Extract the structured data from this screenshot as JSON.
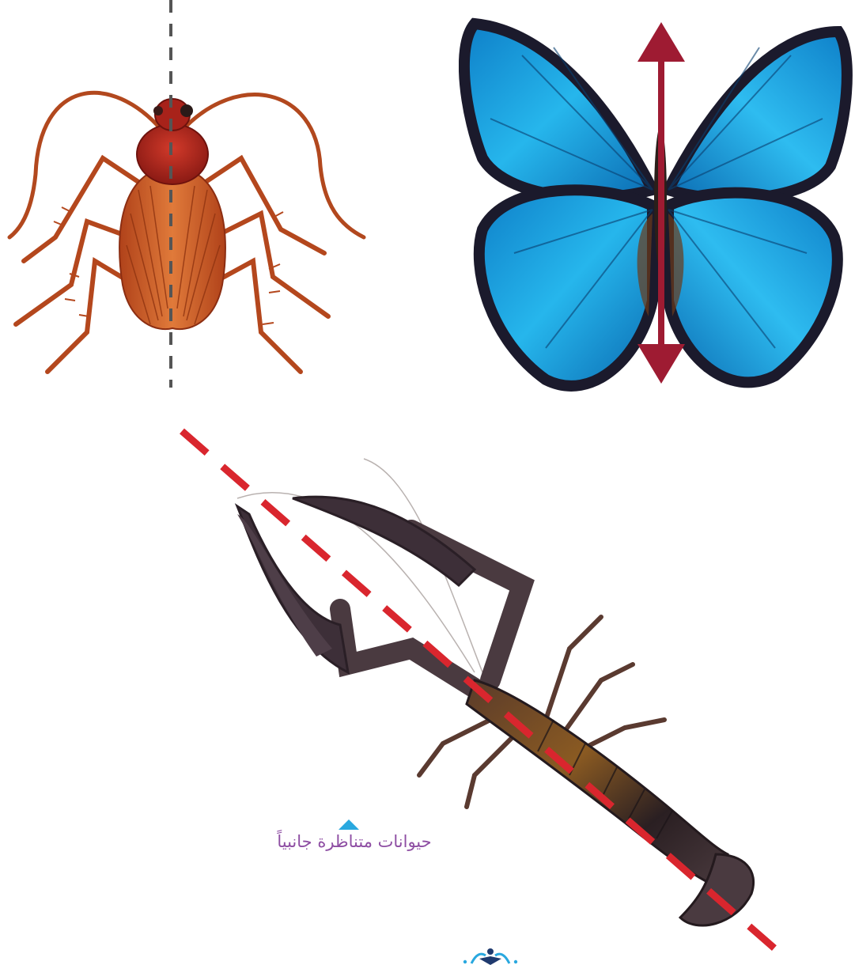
{
  "figure": {
    "caption": "حيوانات متناظرة جانبياً",
    "panels": [
      {
        "subject": "cockroach",
        "symmetry_line": "dashed-vertical"
      },
      {
        "subject": "butterfly",
        "symmetry_line": "double-arrow-vertical"
      },
      {
        "subject": "crayfish",
        "symmetry_line": "dashed-diagonal"
      }
    ]
  },
  "colors": {
    "caption_text": "#8e4ea3",
    "caption_marker": "#29a8df",
    "dashed_line_dark": "#555555",
    "arrow": "#9e1b32",
    "dashed_line_red": "#d9262e",
    "cockroach_body": "#c9521e",
    "cockroach_head": "#a3201a",
    "butterfly_blue": "#1aa7e0",
    "butterfly_dark": "#1b1a2c",
    "crayfish_body": "#3b2a2f",
    "logo_blue": "#29a8df",
    "logo_navy": "#1f3a6e"
  }
}
